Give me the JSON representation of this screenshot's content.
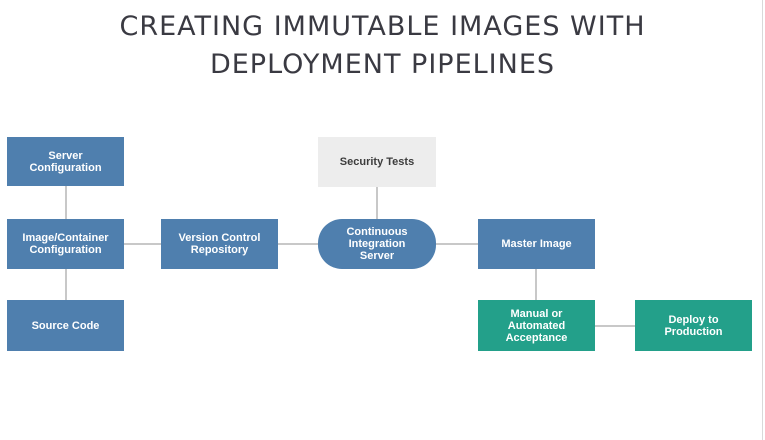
{
  "title": {
    "line1": "CREATING IMMUTABLE IMAGES WITH",
    "line2": "DEPLOYMENT PIPELINES"
  },
  "nodes": {
    "server_configuration": "Server\nConfiguration",
    "image_container_configuration": "Image/Container\nConfiguration",
    "source_code": "Source Code",
    "version_control_repository": "Version Control\nRepository",
    "security_tests": "Security Tests",
    "continuous_integration_server": "Continuous\nIntegration\nServer",
    "master_image": "Master Image",
    "manual_or_automated_acceptance": "Manual or\nAutomated\nAcceptance",
    "deploy_to_production": "Deploy to\nProduction"
  },
  "colors": {
    "blue": "#4f7fae",
    "green": "#23a08a",
    "gray": "#ededed",
    "connector": "#c8c8c8",
    "title": "#3a3a42"
  }
}
